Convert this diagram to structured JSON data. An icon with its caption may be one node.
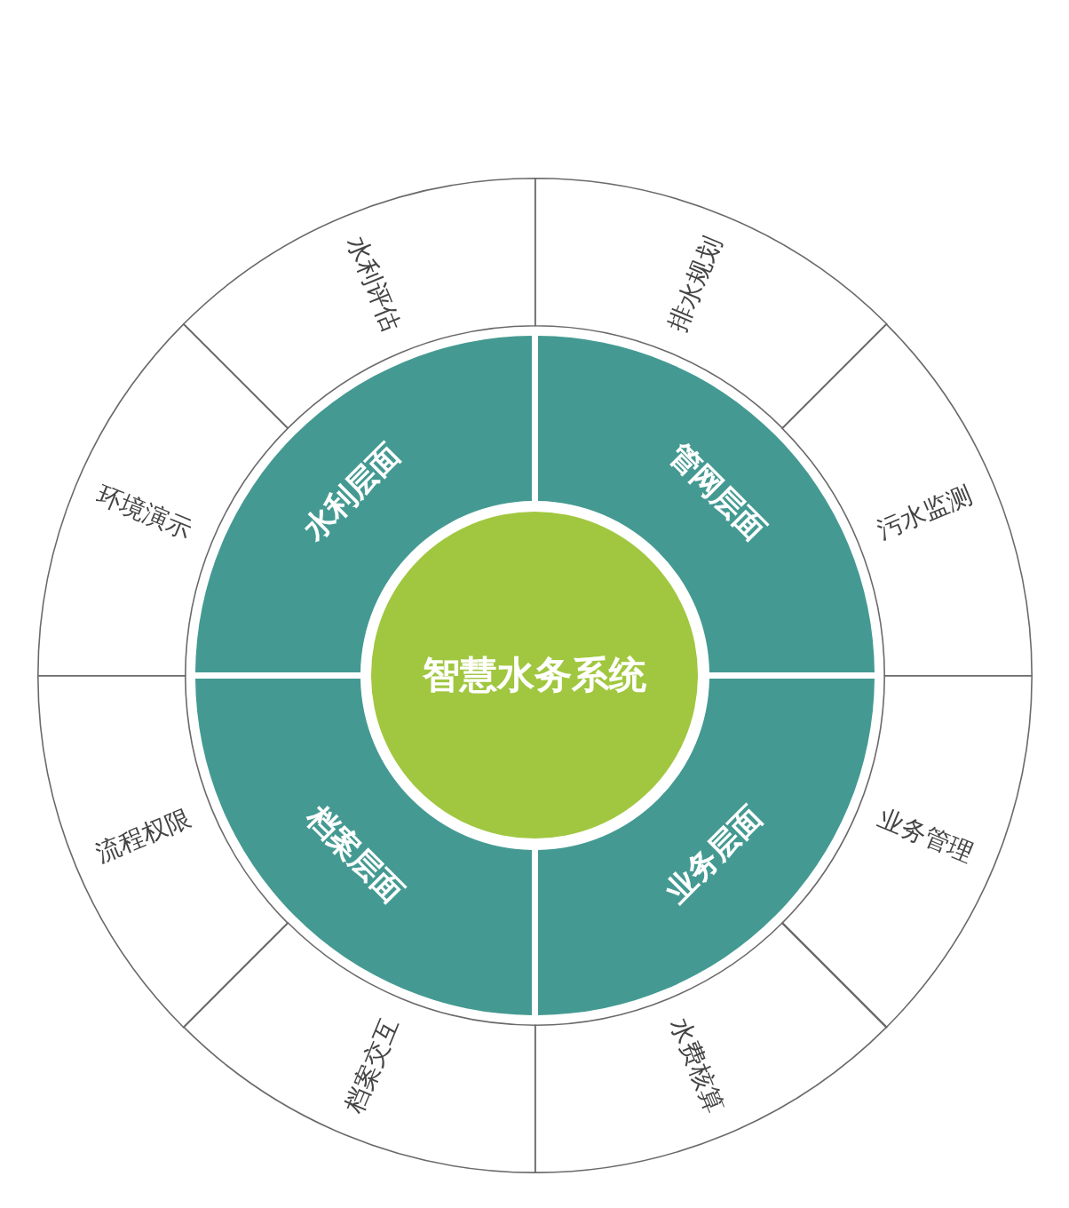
{
  "diagram": {
    "nodes": [
      {
        "text": [
          "智慧水务系统"
        ]
      },
      {
        "text": [
          "水利层面"
        ]
      },
      {
        "text": [
          "管网层面"
        ]
      },
      {
        "text": [
          "业务层面"
        ]
      },
      {
        "text": [
          "档案层面"
        ]
      },
      {
        "text": [
          "水利评估"
        ]
      },
      {
        "text": [
          "排水规划"
        ]
      },
      {
        "text": [
          "污水监测"
        ]
      },
      {
        "text": [
          "业务管理"
        ]
      },
      {
        "text": [
          "水费核算"
        ]
      },
      {
        "text": [
          "档案交互"
        ]
      },
      {
        "text": [
          "流程权限"
        ]
      },
      {
        "text": [
          "环境演示"
        ]
      }
    ]
  }
}
